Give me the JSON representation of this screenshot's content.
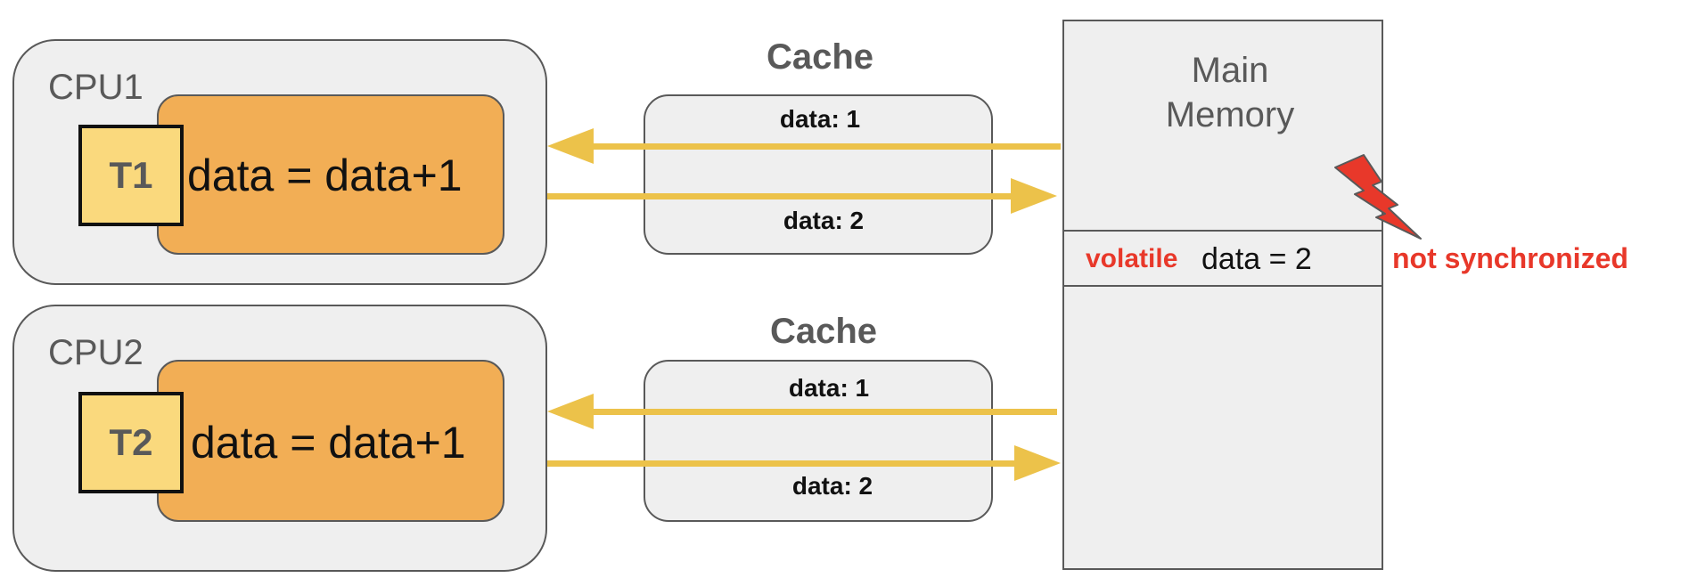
{
  "cpus": [
    {
      "label": "CPU1",
      "thread": "T1",
      "expression": "data = data+1"
    },
    {
      "label": "CPU2",
      "thread": "T2",
      "expression": "data = data+1"
    }
  ],
  "caches": [
    {
      "title": "Cache",
      "read_value": "data: 1",
      "write_value": "data: 2"
    },
    {
      "title": "Cache",
      "read_value": "data: 1",
      "write_value": "data: 2"
    }
  ],
  "memory": {
    "title_line1": "Main",
    "title_line2": "Memory",
    "keyword": "volatile",
    "value": "data = 2"
  },
  "warning": {
    "text": "not synchronized",
    "icon": "lightning-bolt-icon"
  },
  "colors": {
    "cpu_fill": "#efefef",
    "task_fill": "#f2ae55",
    "thread_fill": "#fad97d",
    "arrow": "#ecc24a",
    "warning_red": "#e8382a",
    "border": "#595959"
  }
}
